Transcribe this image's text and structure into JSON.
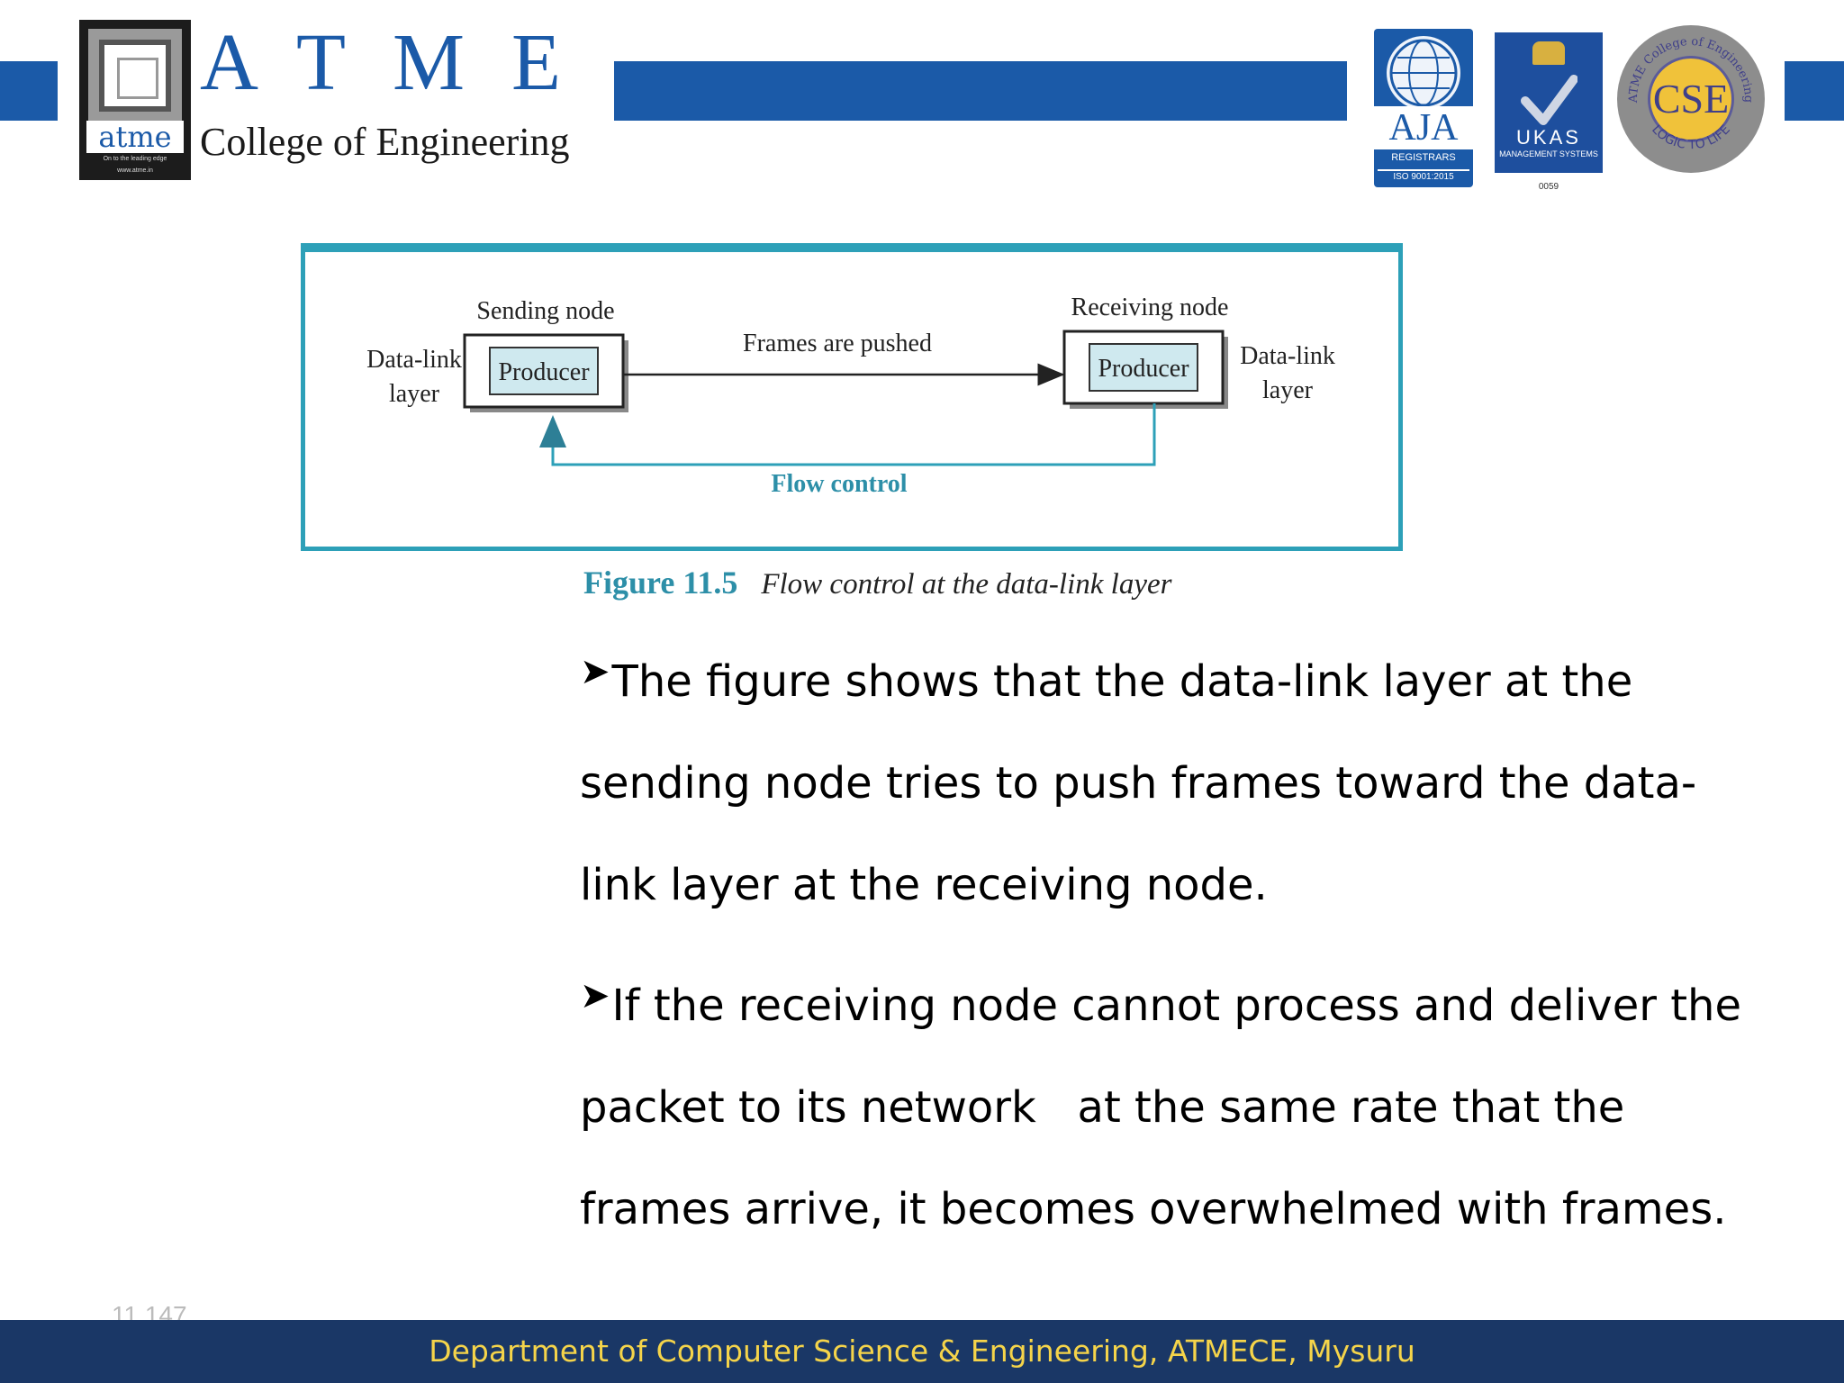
{
  "header": {
    "logo_word": "atme",
    "logo_tagline": "On to the leading edge",
    "logo_url": "www.atme.in",
    "title": "ATME",
    "subtitle": "College of Engineering"
  },
  "badges": {
    "aja": {
      "text": "AJA",
      "registrars": "REGISTRARS",
      "iso": "ISO 9001:2015"
    },
    "ukas": {
      "text": "UKAS",
      "sub": "MANAGEMENT SYSTEMS",
      "number": "0059"
    },
    "cse": {
      "text": "CSE",
      "ring_text": "ATME College of Engineering",
      "motto": "LOGIC TO LIFE"
    }
  },
  "figure": {
    "sending_node": "Sending node",
    "receiving_node": "Receiving node",
    "left_layer_line1": "Data-link",
    "left_layer_line2": "layer",
    "right_layer_line1": "Data-link",
    "right_layer_line2": "layer",
    "producer_left": "Producer",
    "producer_right": "Producer",
    "arrow_label": "Frames are pushed",
    "flow_label": "Flow control",
    "caption_number": "Figure 11.5",
    "caption_text": "Flow control at the data-link layer"
  },
  "bullets": [
    "The figure shows that the data-link layer at the sending node tries to push frames toward the data-link layer at the receiving node.",
    "If the receiving node cannot process and deliver the packet to its network   at the same rate that the  frames arrive, it becomes overwhelmed with frames."
  ],
  "slide_number": "11.147",
  "footer": {
    "text": "Department of Computer Science & Engineering, ATMECE, Mysuru"
  },
  "colors": {
    "brand_blue": "#1b5aa8",
    "footer_bg": "#1a3766",
    "footer_text": "#f5d44a",
    "figure_border": "#2da0b8"
  }
}
